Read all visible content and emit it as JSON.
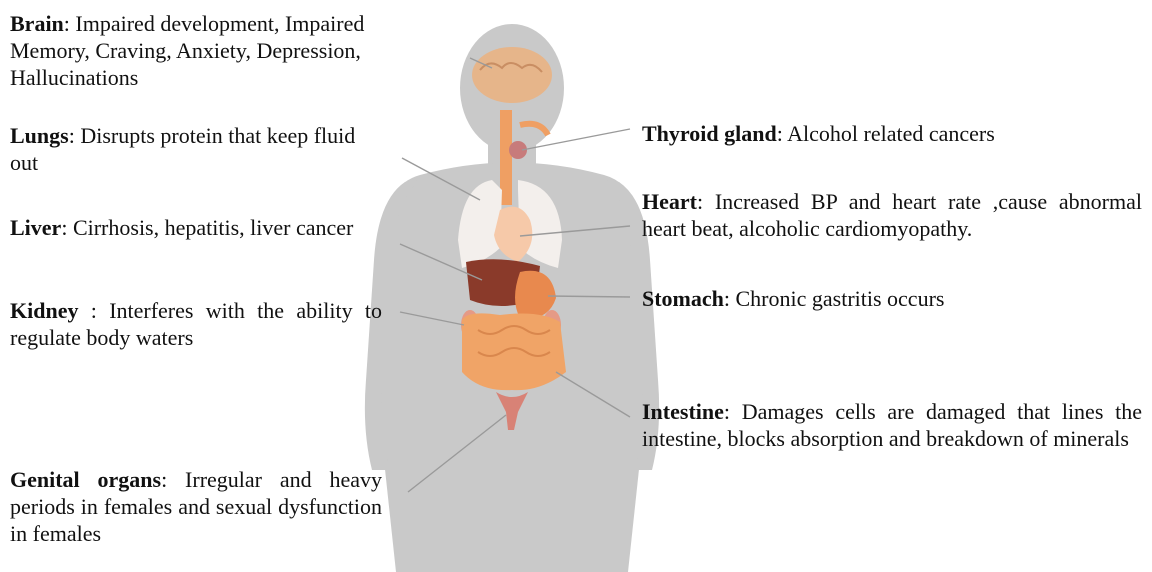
{
  "labels": {
    "brain": {
      "organ": "Brain",
      "text": ": Impaired development, Impaired Memory, Craving, Anxiety, Depression, Hallucinations"
    },
    "lungs": {
      "organ": "Lungs",
      "text": ": Disrupts protein that keep fluid out"
    },
    "liver": {
      "organ": "Liver",
      "text": ": Cirrhosis, hepatitis, liver cancer"
    },
    "kidney": {
      "organ": "Kidney",
      "text": " : Interferes with the ability to regulate body waters"
    },
    "genital": {
      "organ": "Genital organs",
      "text": ": Irregular and heavy periods in females and sexual dysfunction in females"
    },
    "thyroid": {
      "organ": "Thyroid gland",
      "text": ": Alcohol related cancers"
    },
    "heart": {
      "organ": "Heart",
      "text": ": Increased BP and heart rate ,cause abnormal heart beat, alcoholic cardiomyopathy."
    },
    "stomach": {
      "organ": "Stomach",
      "text": ": Chronic gastritis occurs"
    },
    "intestine": {
      "organ": "Intestine",
      "text": ": Damages cells are damaged that lines the intestine, blocks absorption and breakdown of minerals"
    }
  },
  "colors": {
    "silhouette": "#c9c9c9",
    "liver": "#8a3a2a",
    "stomach": "#e8894e",
    "intestine": "#f0a467",
    "lungs": "#f3efec",
    "brain": "#e6b58a",
    "kidney": "#e59a86",
    "leader_line": "#9a9a9a"
  }
}
